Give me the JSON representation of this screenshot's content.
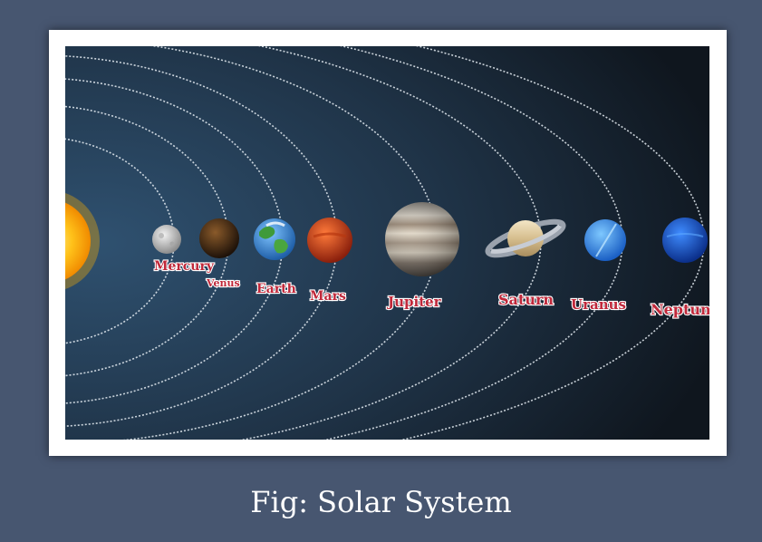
{
  "caption": "Fig: Solar System",
  "colors": {
    "page_background": "#475670",
    "frame": "#ffffff",
    "space_light": "#2d4a66",
    "space_dark": "#101822",
    "orbit_line": "#e8eef5",
    "label_fill": "#c0283a",
    "label_outline": "#ffffff"
  },
  "planets": [
    {
      "name": "Mercury",
      "icon": "mercury-icon"
    },
    {
      "name": "Venus",
      "icon": "venus-icon"
    },
    {
      "name": "Earth",
      "icon": "earth-icon"
    },
    {
      "name": "Mars",
      "icon": "mars-icon"
    },
    {
      "name": "Jupiter",
      "icon": "jupiter-icon"
    },
    {
      "name": "Saturn",
      "icon": "saturn-icon"
    },
    {
      "name": "Uranus",
      "icon": "uranus-icon"
    },
    {
      "name": "Neptune",
      "icon": "neptune-icon"
    }
  ],
  "sun": {
    "icon": "sun-icon"
  }
}
